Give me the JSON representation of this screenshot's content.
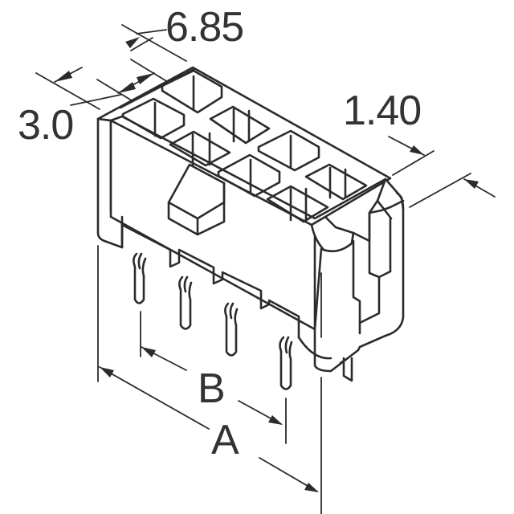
{
  "drawing": {
    "subject": "8-position dual-row right-angle header connector, isometric view",
    "line_color": "#2b2b2b",
    "text_color": "#333333",
    "background": "#ffffff"
  },
  "dimensions": {
    "width_top": {
      "label": "6.85",
      "icon": "dimension-arrow-icon"
    },
    "pitch_row": {
      "label": "3.0",
      "icon": "dimension-arrow-icon"
    },
    "depth_right": {
      "label": "1.40",
      "icon": "dimension-arrow-icon"
    },
    "pin_span": {
      "label": "B",
      "icon": "dimension-arrow-icon"
    },
    "overall_length": {
      "label": "A",
      "icon": "dimension-arrow-icon"
    }
  },
  "connector": {
    "cavity_rows": 2,
    "cavity_columns": 4,
    "pins_visible": 4
  }
}
